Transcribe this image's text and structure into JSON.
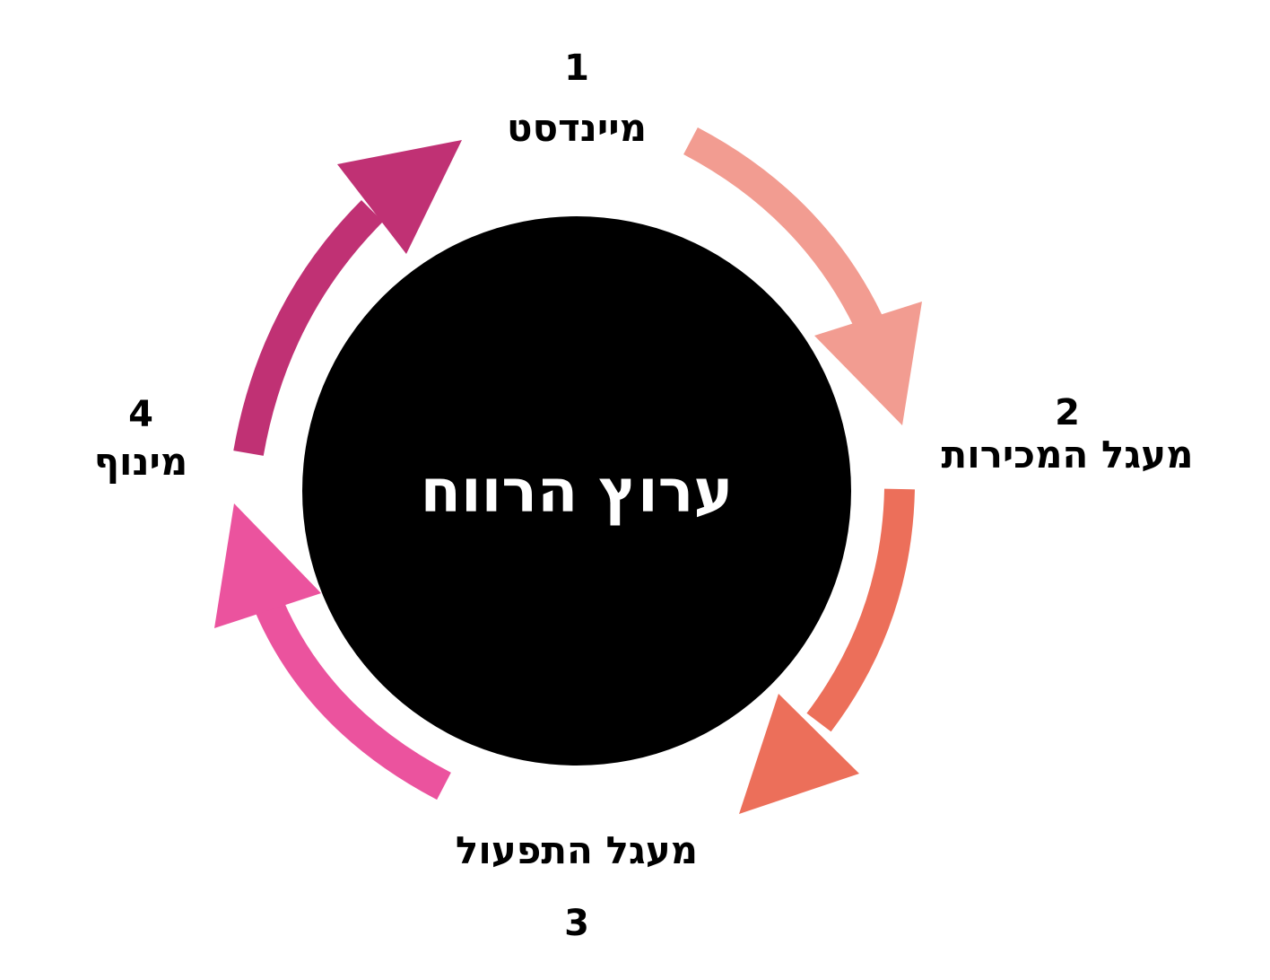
{
  "center": {
    "title": "ערוץ הרווח"
  },
  "steps": [
    {
      "number": "1",
      "label": "מיינדסט",
      "color": "#F29C91"
    },
    {
      "number": "2",
      "label": "מעגל המכירות",
      "color": "#EC6F5A"
    },
    {
      "number": "3",
      "label": "מעגל התפעול",
      "color": "#EB539E"
    },
    {
      "number": "4",
      "label": "מינוף",
      "color": "#C03174"
    }
  ]
}
